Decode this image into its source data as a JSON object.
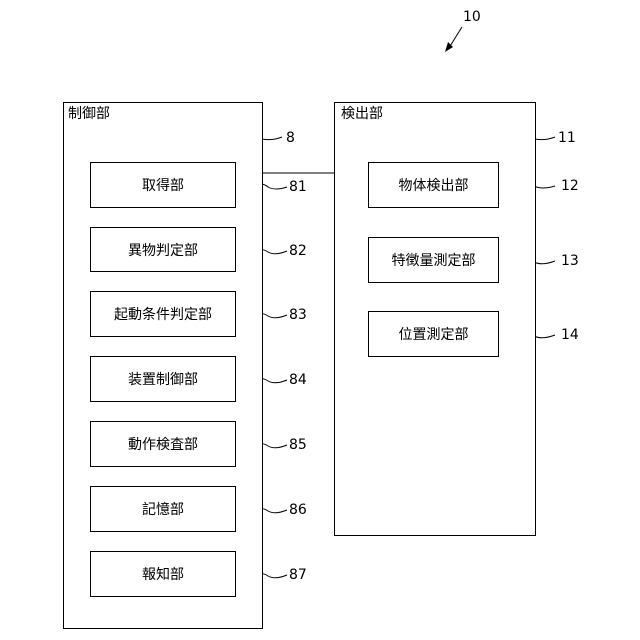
{
  "figure_ref": "10",
  "control_unit": {
    "title": "制御部",
    "ref": "8",
    "items": [
      {
        "label": "取得部",
        "ref": "81"
      },
      {
        "label": "異物判定部",
        "ref": "82"
      },
      {
        "label": "起動条件判定部",
        "ref": "83"
      },
      {
        "label": "装置制御部",
        "ref": "84"
      },
      {
        "label": "動作検査部",
        "ref": "85"
      },
      {
        "label": "記憶部",
        "ref": "86"
      },
      {
        "label": "報知部",
        "ref": "87"
      }
    ]
  },
  "detection_unit": {
    "title": "検出部",
    "ref": "11",
    "items": [
      {
        "label": "物体検出部",
        "ref": "12"
      },
      {
        "label": "特徴量測定部",
        "ref": "13"
      },
      {
        "label": "位置測定部",
        "ref": "14"
      }
    ]
  }
}
